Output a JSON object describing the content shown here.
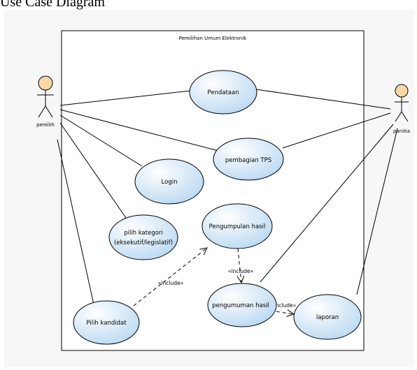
{
  "page_heading": "Use Case Diagram",
  "system_boundary": {
    "name": "Pemilihan Umum Elektronik"
  },
  "actors": [
    {
      "id": "pemilih",
      "label": "pemilih",
      "color": "#f7d8a6"
    },
    {
      "id": "panitia",
      "label": "panitia",
      "color": "#f7d8a6"
    }
  ],
  "use_cases": [
    {
      "id": "pendataan",
      "label": "Pendataan"
    },
    {
      "id": "pembagian_tps",
      "label": "pembagian TPS"
    },
    {
      "id": "login",
      "label": "Login"
    },
    {
      "id": "pilih_kategori",
      "label": "pilih kategori",
      "label2": "(eksekutif/legislatif)"
    },
    {
      "id": "pengumpulan_hasil",
      "label": "Pengumpulan hasil"
    },
    {
      "id": "pengumuman_hasil",
      "label": "pengumuman hasil"
    },
    {
      "id": "laporan",
      "label": "laporan"
    },
    {
      "id": "pilih_kandidat",
      "label": "Pilih kandidat"
    }
  ],
  "relationships": [
    {
      "from": "pemilih",
      "to": "pendataan",
      "type": "association"
    },
    {
      "from": "pemilih",
      "to": "pembagian_tps",
      "type": "association"
    },
    {
      "from": "pemilih",
      "to": "login",
      "type": "association"
    },
    {
      "from": "pemilih",
      "to": "pilih_kategori",
      "type": "association"
    },
    {
      "from": "pemilih",
      "to": "pilih_kandidat",
      "type": "association"
    },
    {
      "from": "panitia",
      "to": "pendataan",
      "type": "association"
    },
    {
      "from": "panitia",
      "to": "pembagian_tps",
      "type": "association"
    },
    {
      "from": "panitia",
      "to": "pengumuman_hasil",
      "type": "association"
    },
    {
      "from": "panitia",
      "to": "laporan",
      "type": "association"
    },
    {
      "from": "pilih_kandidat",
      "to": "pengumpulan_hasil",
      "type": "include",
      "label": "«include»"
    },
    {
      "from": "pengumpulan_hasil",
      "to": "pengumuman_hasil",
      "type": "include",
      "label": "«include»"
    },
    {
      "from": "pengumuman_hasil",
      "to": "laporan",
      "type": "include",
      "label": "«include»"
    }
  ],
  "colors": {
    "usecase_fill_light": "#ffffff",
    "usecase_fill_dark": "#bcdaf2",
    "outline": "#000000",
    "boundary_fill": "#ffffff",
    "canvas": "#f7f7f7"
  }
}
